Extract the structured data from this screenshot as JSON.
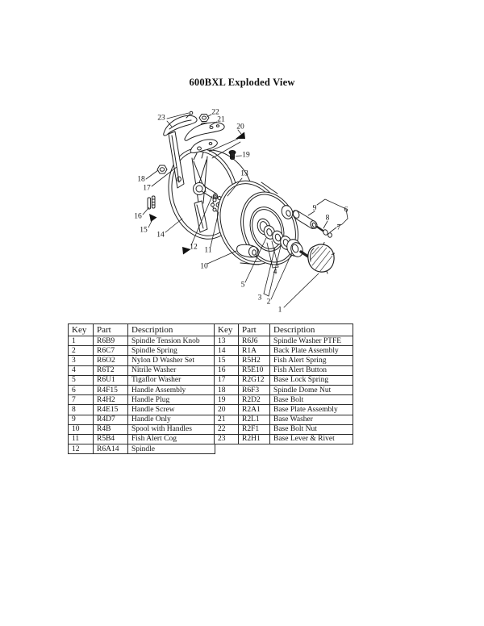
{
  "page": {
    "title": "600BXL Exploded View"
  },
  "diagram": {
    "name": "exploded-view-of-600bxl-reel",
    "callouts": [
      "1",
      "2",
      "3",
      "4",
      "5",
      "6",
      "7",
      "8",
      "9",
      "10",
      "11",
      "12",
      "13",
      "14",
      "15",
      "16",
      "17",
      "18",
      "19",
      "20",
      "21",
      "22",
      "23"
    ]
  },
  "table": {
    "headers": [
      "Key",
      "Part",
      "Description"
    ],
    "left_rows": [
      {
        "key": "1",
        "part": "R6B9",
        "desc": "Spindle Tension Knob"
      },
      {
        "key": "2",
        "part": "R6C7",
        "desc": "Spindle Spring"
      },
      {
        "key": "3",
        "part": "R6O2",
        "desc": "Nylon D Washer Set"
      },
      {
        "key": "4",
        "part": "R6T2",
        "desc": "Nitrile Washer"
      },
      {
        "key": "5",
        "part": "R6U1",
        "desc": "Tigaflor Washer"
      },
      {
        "key": "6",
        "part": "R4F15",
        "desc": "Handle Assembly"
      },
      {
        "key": "7",
        "part": "R4H2",
        "desc": "Handle Plug"
      },
      {
        "key": "8",
        "part": "R4E15",
        "desc": "Handle Screw"
      },
      {
        "key": "9",
        "part": "R4D7",
        "desc": "Handle Only"
      },
      {
        "key": "10",
        "part": "R4B",
        "desc": "Spool with Handles"
      },
      {
        "key": "11",
        "part": "R5B4",
        "desc": "Fish Alert Cog"
      },
      {
        "key": "12",
        "part": "R6A14",
        "desc": "Spindle"
      }
    ],
    "right_rows": [
      {
        "key": "13",
        "part": "R6J6",
        "desc": "Spindle Washer PTFE"
      },
      {
        "key": "14",
        "part": "R1A",
        "desc": "Back Plate Assembly"
      },
      {
        "key": "15",
        "part": "R5H2",
        "desc": "Fish Alert Spring"
      },
      {
        "key": "16",
        "part": "R5E10",
        "desc": "Fish Alert Button"
      },
      {
        "key": "17",
        "part": "R2G12",
        "desc": "Base Lock Spring"
      },
      {
        "key": "18",
        "part": "R6F3",
        "desc": "Spindle Dome Nut"
      },
      {
        "key": "19",
        "part": "R2D2",
        "desc": "Base Bolt"
      },
      {
        "key": "20",
        "part": "R2A1",
        "desc": "Base Plate Assembly"
      },
      {
        "key": "21",
        "part": "R2L1",
        "desc": "Base Washer"
      },
      {
        "key": "22",
        "part": "R2F1",
        "desc": "Base Bolt Nut"
      },
      {
        "key": "23",
        "part": "R2H1",
        "desc": "Base Lever & Rivet"
      }
    ]
  },
  "colors": {
    "ink": "#222222",
    "paper": "#ffffff"
  }
}
